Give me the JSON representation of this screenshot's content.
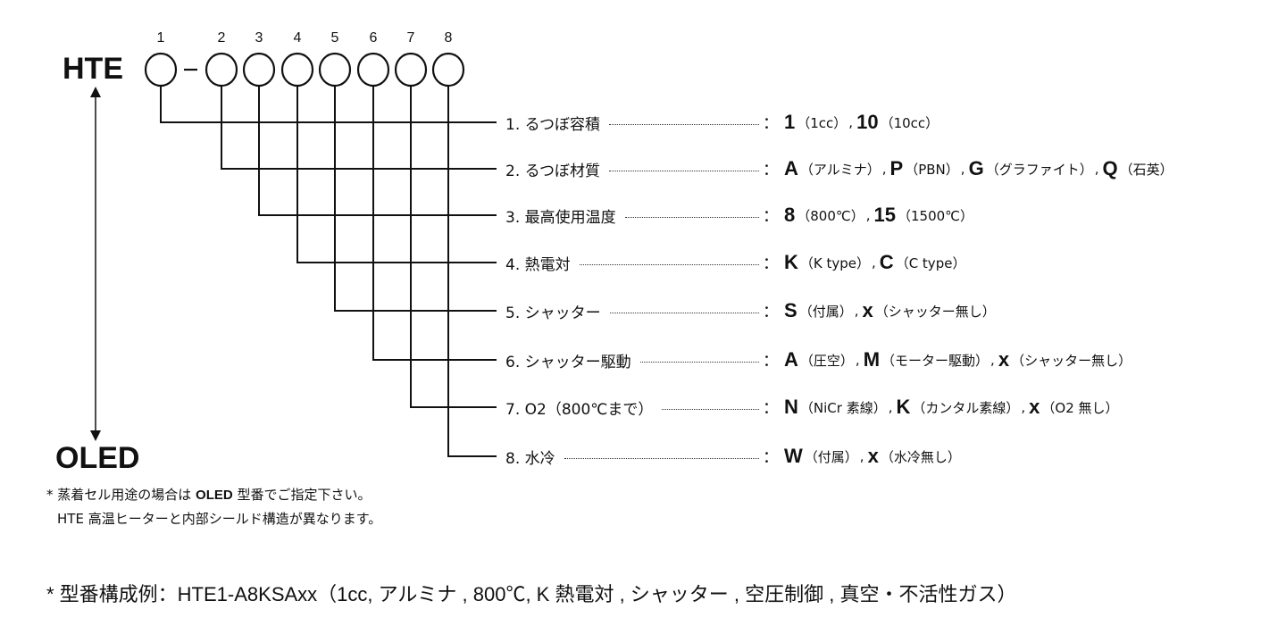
{
  "header": {
    "model_prefix": "HTE",
    "alt_model": "OLED",
    "positions": [
      "1",
      "2",
      "3",
      "4",
      "5",
      "6",
      "7",
      "8"
    ],
    "dash": "-"
  },
  "rows": [
    {
      "label": "1. るつぼ容積",
      "options": [
        {
          "code": "1",
          "desc": "（1cc）"
        },
        {
          "code": "10",
          "desc": "（10cc）"
        }
      ]
    },
    {
      "label": "2. るつぼ材質",
      "options": [
        {
          "code": "A",
          "desc": "（アルミナ）"
        },
        {
          "code": "P",
          "desc": "（PBN）"
        },
        {
          "code": "G",
          "desc": "（グラファイト）"
        },
        {
          "code": "Q",
          "desc": "（石英）"
        }
      ]
    },
    {
      "label": "3. 最高使用温度",
      "options": [
        {
          "code": "8",
          "desc": "（800℃）"
        },
        {
          "code": "15",
          "desc": "（1500℃）"
        }
      ]
    },
    {
      "label": "4. 熱電対",
      "options": [
        {
          "code": "K",
          "desc": "（K type）"
        },
        {
          "code": "C",
          "desc": "（C type）"
        }
      ]
    },
    {
      "label": "5. シャッター",
      "options": [
        {
          "code": "S",
          "desc": "（付属）"
        },
        {
          "code": "x",
          "desc": "（シャッター無し）"
        }
      ]
    },
    {
      "label": "6. シャッター駆動",
      "options": [
        {
          "code": "A",
          "desc": "（圧空）"
        },
        {
          "code": "M",
          "desc": "（モーター駆動）"
        },
        {
          "code": "x",
          "desc": "（シャッター無し）"
        }
      ]
    },
    {
      "label": "7. O2（800℃まで）",
      "options": [
        {
          "code": "N",
          "desc": "（NiCr 素線）"
        },
        {
          "code": "K",
          "desc": "（カンタル素線）"
        },
        {
          "code": "x",
          "desc": "（O2 無し）"
        }
      ]
    },
    {
      "label": "8. 水冷",
      "options": [
        {
          "code": "W",
          "desc": "（付属）"
        },
        {
          "code": "x",
          "desc": "（水冷無し）"
        }
      ]
    }
  ],
  "separator": ",",
  "colon": "：",
  "notes": {
    "line1_pre": "* 蒸着セル用途の場合は ",
    "line1_bold": "OLED",
    "line1_post": " 型番でご指定下さい。",
    "line2": "HTE 高温ヒーターと内部シールド構造が異なります。"
  },
  "example": "* 型番構成例：HTE1-A8KSAxx（1cc, アルミナ , 800℃, K 熱電対 , シャッター , 空圧制御 , 真空・不活性ガス）"
}
